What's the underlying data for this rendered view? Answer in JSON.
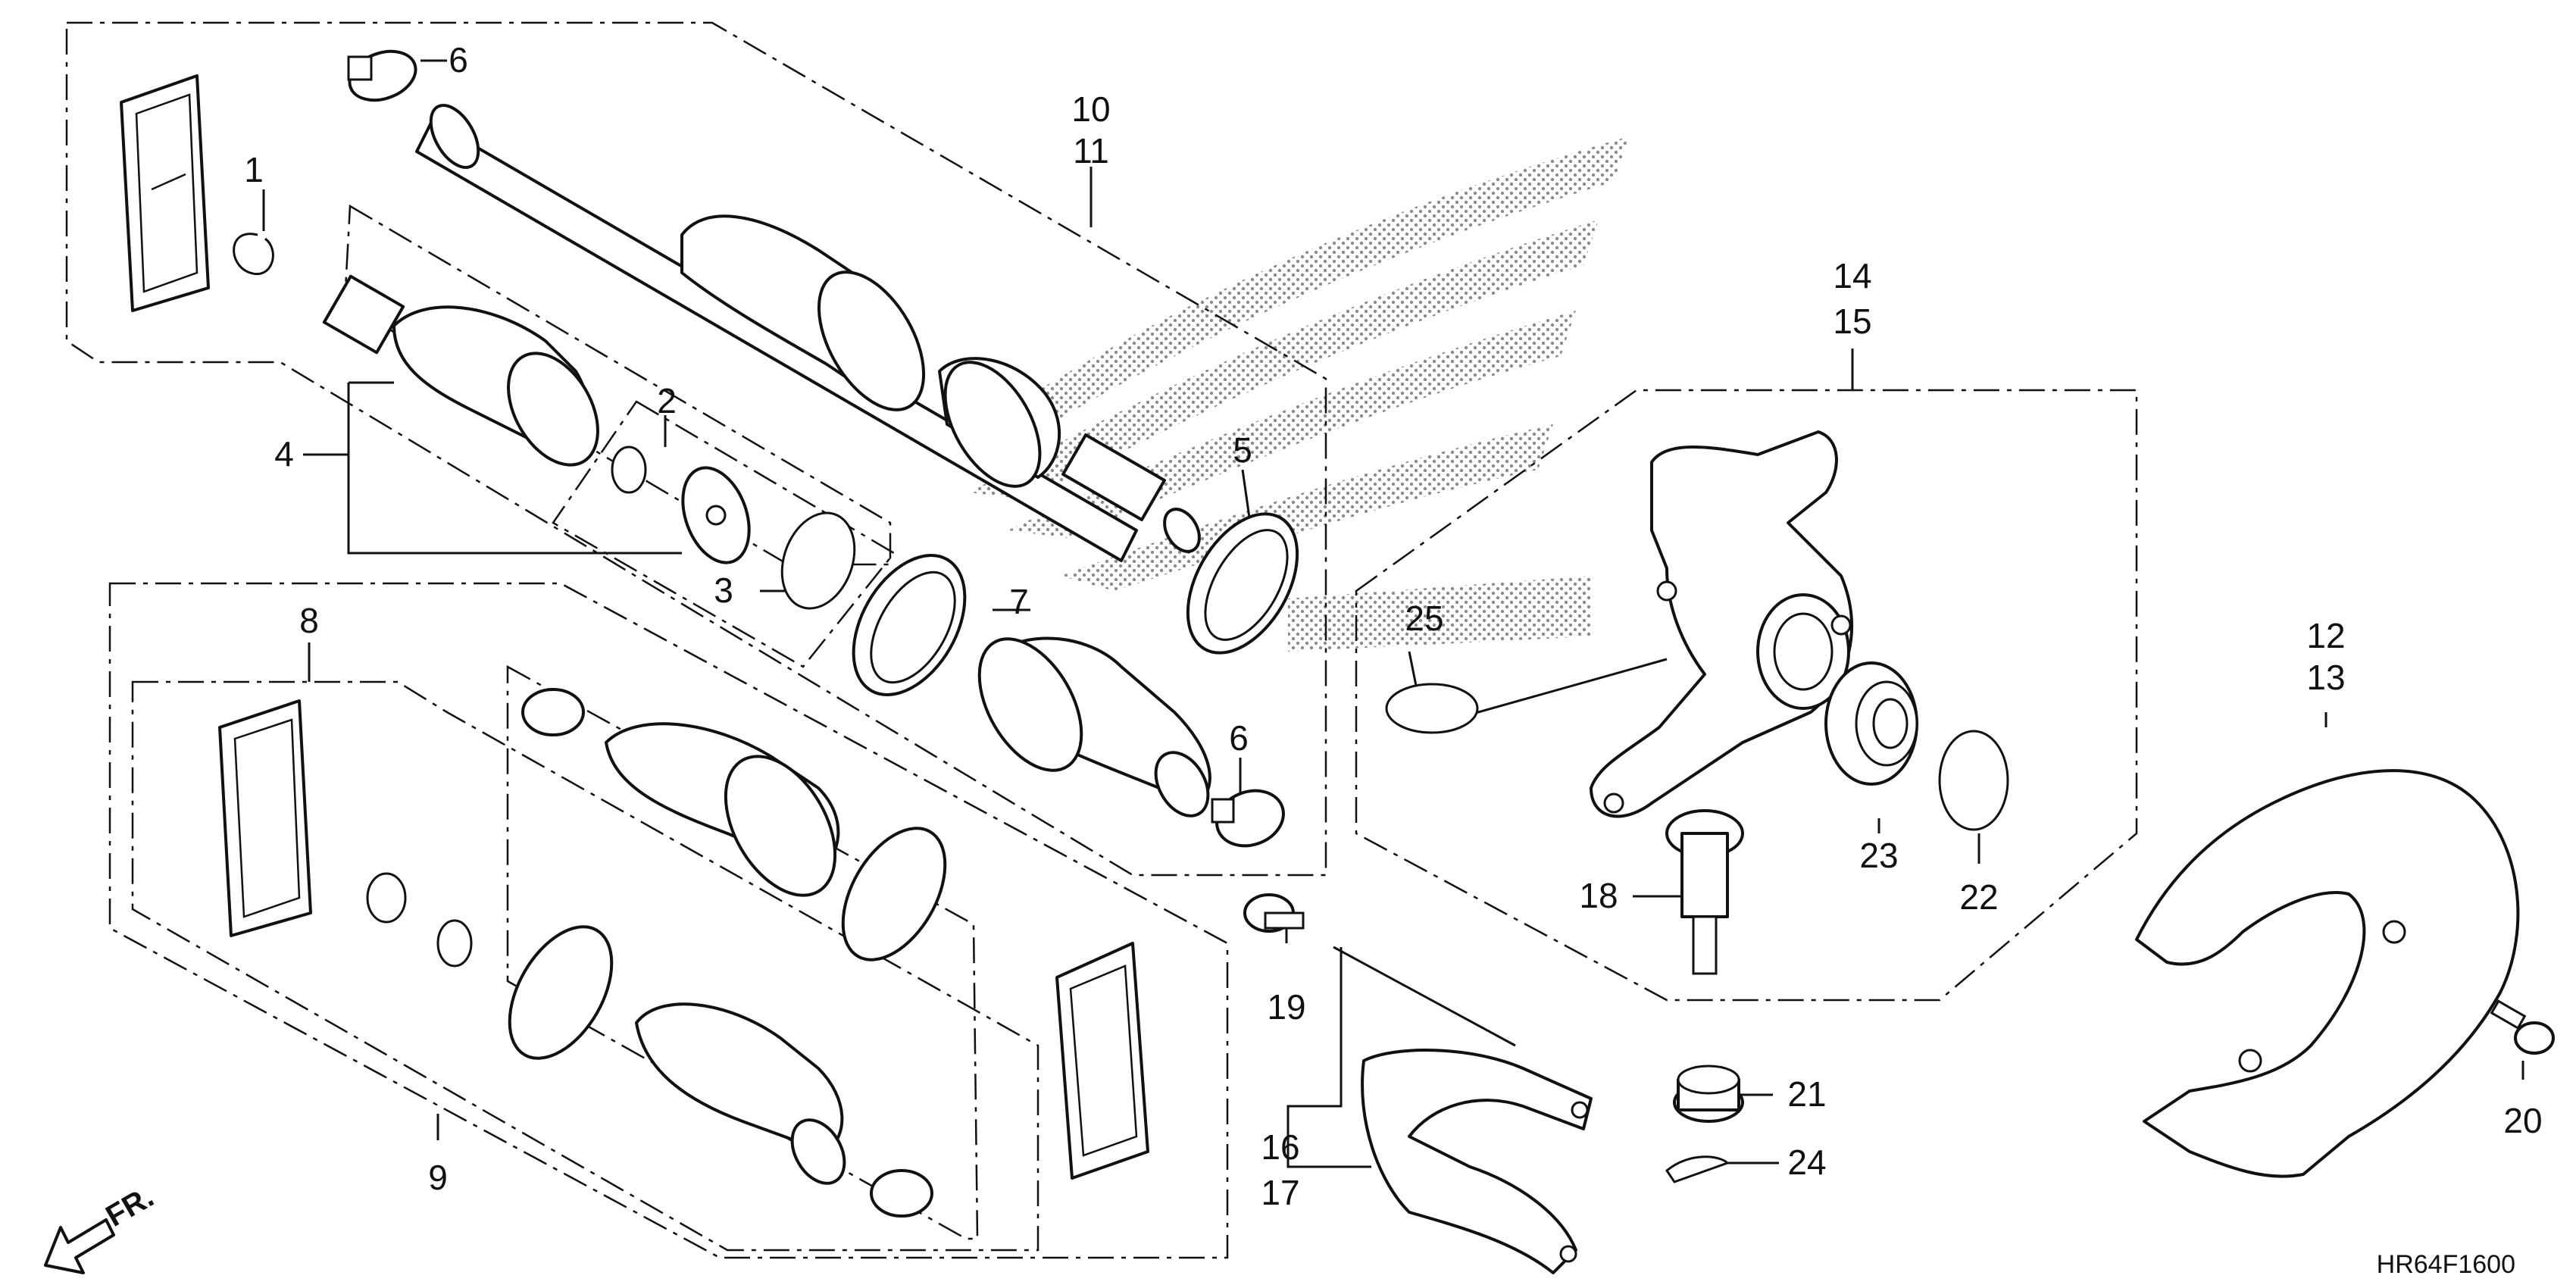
{
  "diagram_code": "HR64F1600",
  "direction_marker": "FR.",
  "callouts": [
    {
      "id": "c1",
      "text": "1"
    },
    {
      "id": "c2",
      "text": "2"
    },
    {
      "id": "c3",
      "text": "3"
    },
    {
      "id": "c4",
      "text": "4"
    },
    {
      "id": "c5",
      "text": "5"
    },
    {
      "id": "c6a",
      "text": "6"
    },
    {
      "id": "c6b",
      "text": "6"
    },
    {
      "id": "c7",
      "text": "7"
    },
    {
      "id": "c8",
      "text": "8"
    },
    {
      "id": "c9",
      "text": "9"
    },
    {
      "id": "c10",
      "text": "10"
    },
    {
      "id": "c11",
      "text": "11"
    },
    {
      "id": "c12",
      "text": "12"
    },
    {
      "id": "c13",
      "text": "13"
    },
    {
      "id": "c14",
      "text": "14"
    },
    {
      "id": "c15",
      "text": "15"
    },
    {
      "id": "c16",
      "text": "16"
    },
    {
      "id": "c17",
      "text": "17"
    },
    {
      "id": "c18",
      "text": "18"
    },
    {
      "id": "c19",
      "text": "19"
    },
    {
      "id": "c20",
      "text": "20"
    },
    {
      "id": "c21",
      "text": "21"
    },
    {
      "id": "c22",
      "text": "22"
    },
    {
      "id": "c23",
      "text": "23"
    },
    {
      "id": "c24",
      "text": "24"
    },
    {
      "id": "c25",
      "text": "25"
    }
  ]
}
